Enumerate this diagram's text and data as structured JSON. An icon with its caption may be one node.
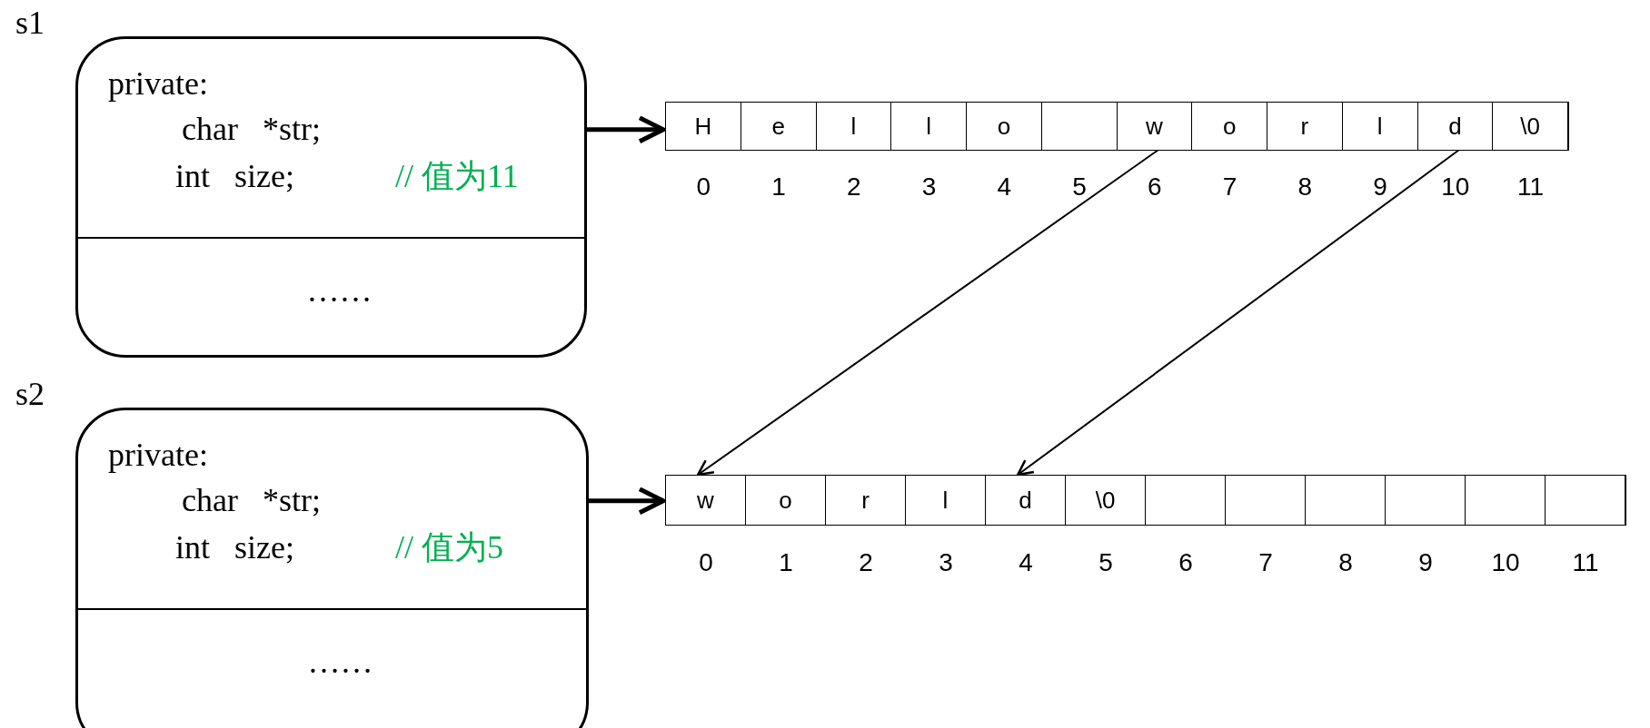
{
  "diagram": {
    "nodes": [
      {
        "text": [
          "s1",
          "private:",
          "int   size;",
          "// 值为11",
          "……"
        ]
      },
      {
        "text": [
          "char   *str;"
        ],
        "in": 0
      },
      {
        "text": [],
        "shape": "box"
      },
      {
        "text": [
          "H"
        ],
        "in": 2,
        "beside": [
          "0"
        ]
      },
      {
        "text": [
          "e"
        ],
        "in": 2,
        "beside": [
          "1"
        ]
      },
      {
        "text": [
          "l"
        ],
        "in": 2,
        "beside": [
          "2"
        ]
      },
      {
        "text": [
          "l"
        ],
        "in": 2,
        "beside": [
          "3"
        ]
      },
      {
        "text": [
          "o"
        ],
        "in": 2,
        "beside": [
          "4"
        ]
      },
      {
        "text": [],
        "shape": "box",
        "in": 2,
        "beside": [
          "5"
        ]
      },
      {
        "text": [
          "w"
        ],
        "in": 2,
        "beside": [
          "6"
        ]
      },
      {
        "text": [
          "o"
        ],
        "in": 2,
        "beside": [
          "7"
        ]
      },
      {
        "text": [
          "r"
        ],
        "in": 2,
        "beside": [
          "8"
        ]
      },
      {
        "text": [
          "l"
        ],
        "in": 2,
        "beside": [
          "9"
        ]
      },
      {
        "text": [
          "d"
        ],
        "in": 2,
        "beside": [
          "10"
        ]
      },
      {
        "text": [
          "\\0"
        ],
        "in": 2,
        "beside": [
          "11"
        ]
      },
      {
        "text": [
          "s2",
          "private:",
          "int   size;",
          "// 值为5",
          "……"
        ]
      },
      {
        "text": [
          "char   *str;"
        ],
        "in": 15
      },
      {
        "text": [],
        "shape": "box"
      },
      {
        "text": [
          "w"
        ],
        "in": 17,
        "beside": [
          "0"
        ]
      },
      {
        "text": [
          "o"
        ],
        "in": 17,
        "beside": [
          "1"
        ]
      },
      {
        "text": [
          "r"
        ],
        "in": 17,
        "beside": [
          "2"
        ]
      },
      {
        "text": [
          "l"
        ],
        "in": 17,
        "beside": [
          "3"
        ]
      },
      {
        "text": [
          "d"
        ],
        "in": 17,
        "beside": [
          "4"
        ]
      },
      {
        "text": [
          "\\0"
        ],
        "in": 17,
        "beside": [
          "5"
        ]
      },
      {
        "text": [],
        "shape": "box",
        "in": 17,
        "beside": [
          "6"
        ]
      },
      {
        "text": [],
        "shape": "box",
        "in": 17,
        "beside": [
          "7"
        ]
      },
      {
        "text": [],
        "shape": "box",
        "in": 17,
        "beside": [
          "8"
        ]
      },
      {
        "text": [],
        "shape": "box",
        "in": 17,
        "beside": [
          "9"
        ]
      },
      {
        "text": [],
        "shape": "box",
        "in": 17,
        "beside": [
          "10"
        ]
      },
      {
        "text": [],
        "shape": "box",
        "in": 17,
        "beside": [
          "11"
        ]
      }
    ],
    "edges": [
      {
        "from": 1,
        "to": 2,
        "arrow": "to",
        "style": "thick"
      },
      {
        "from": 9,
        "to": 18,
        "arrow": "to"
      },
      {
        "from": 13,
        "to": 22,
        "arrow": "to"
      },
      {
        "from": 16,
        "to": 17,
        "arrow": "to",
        "style": "thick"
      }
    ]
  }
}
